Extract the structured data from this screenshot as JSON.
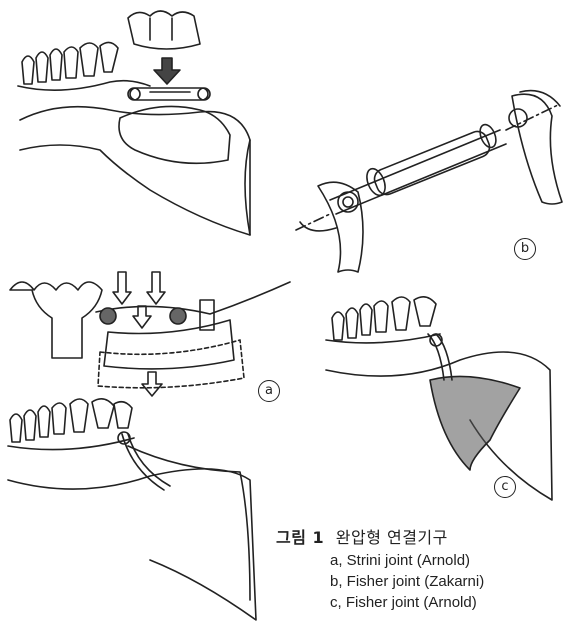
{
  "caption": {
    "figure_label": "그림 1",
    "title": "완압형 연결기구",
    "items": [
      "a, Strini joint (Arnold)",
      "b, Fisher joint (Zakarni)",
      "c, Fisher joint (Arnold)"
    ]
  },
  "panel_labels": {
    "a": "a",
    "b": "b",
    "c": "c"
  }
}
